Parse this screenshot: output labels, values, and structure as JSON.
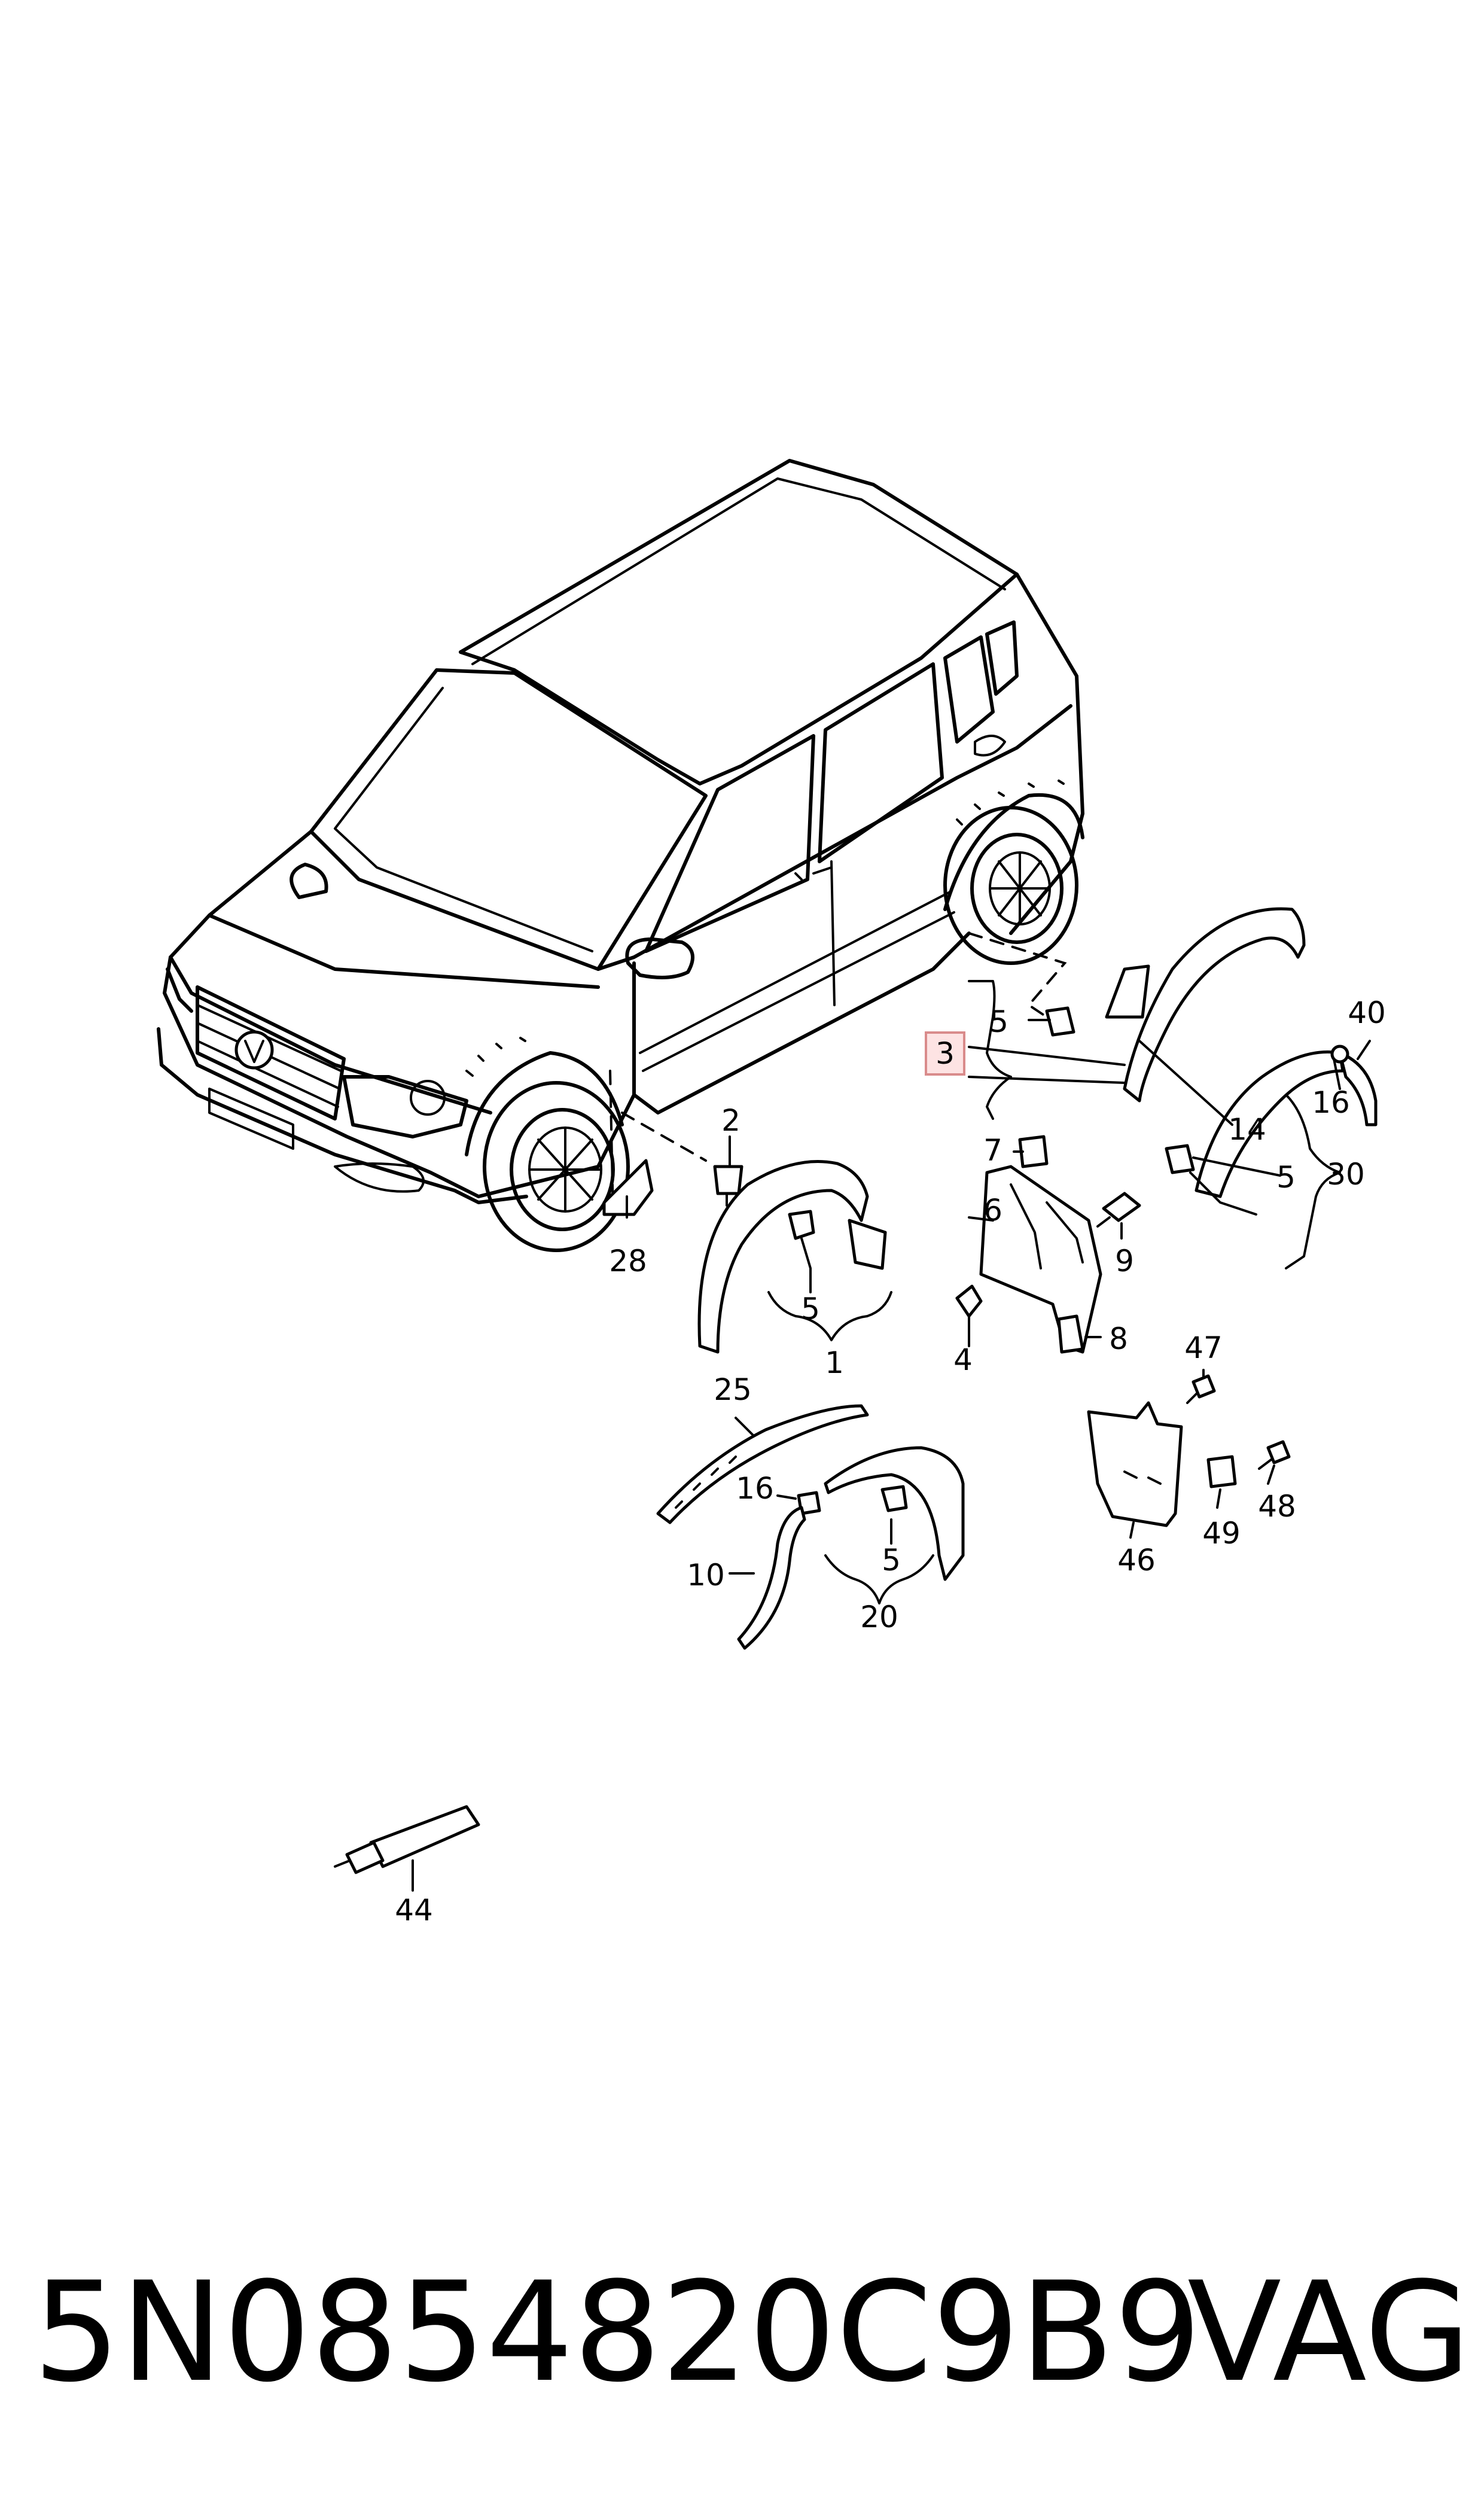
{
  "labels": {
    "l1": "1",
    "l2": "2",
    "l3": "3",
    "l4": "4",
    "l5a": "5",
    "l5b": "5",
    "l5c": "5",
    "l5d": "5",
    "l6": "6",
    "l7": "7",
    "l8": "8",
    "l9": "9",
    "l10": "10",
    "l14": "14",
    "l16a": "16",
    "l16b": "16",
    "l20": "20",
    "l25": "25",
    "l28": "28",
    "l30": "30",
    "l40": "40",
    "l44": "44",
    "l46": "46",
    "l47": "47",
    "l48": "48",
    "l49": "49"
  },
  "highlighted_part": "3",
  "footer": {
    "part_number": "5N0854820C9B9",
    "brand": "VAG"
  }
}
